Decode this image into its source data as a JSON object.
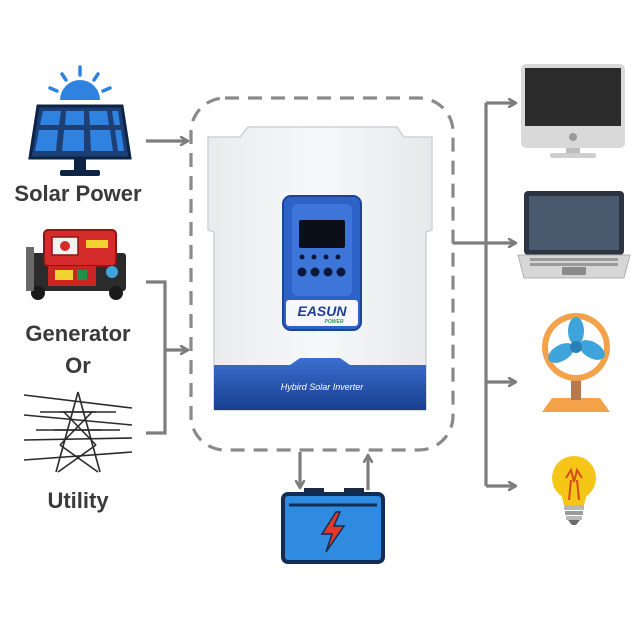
{
  "sources": {
    "solar": "Solar Power",
    "generator": "Generator",
    "or": "Or",
    "utility": "Utility"
  },
  "inverter": {
    "brand_top": "EASUN",
    "brand_sub": "POWER",
    "model_label": "Hybird Solar Inverter",
    "colors": {
      "body": "#f1f2f3",
      "band": "#1f4fa8",
      "panel": "#2d63c7",
      "screen": "#0b0f1a"
    }
  },
  "colors": {
    "arrow": "#7d7d7d",
    "dashed_box": "#8a8a8a",
    "solar_blue": "#1f5fb8",
    "sun": "#2f82e0",
    "generator_red": "#d62b2b",
    "battery_blue": "#2f8be0",
    "bolt_red": "#e0392b",
    "fan_orange": "#f3a24a",
    "fan_blue": "#3fa3dc",
    "bulb_yellow": "#f5c518"
  },
  "icons": [
    "sun-icon",
    "solar-panel-icon",
    "generator-icon",
    "power-tower-icon",
    "battery-icon",
    "monitor-icon",
    "laptop-icon",
    "fan-icon",
    "light-bulb-icon"
  ]
}
